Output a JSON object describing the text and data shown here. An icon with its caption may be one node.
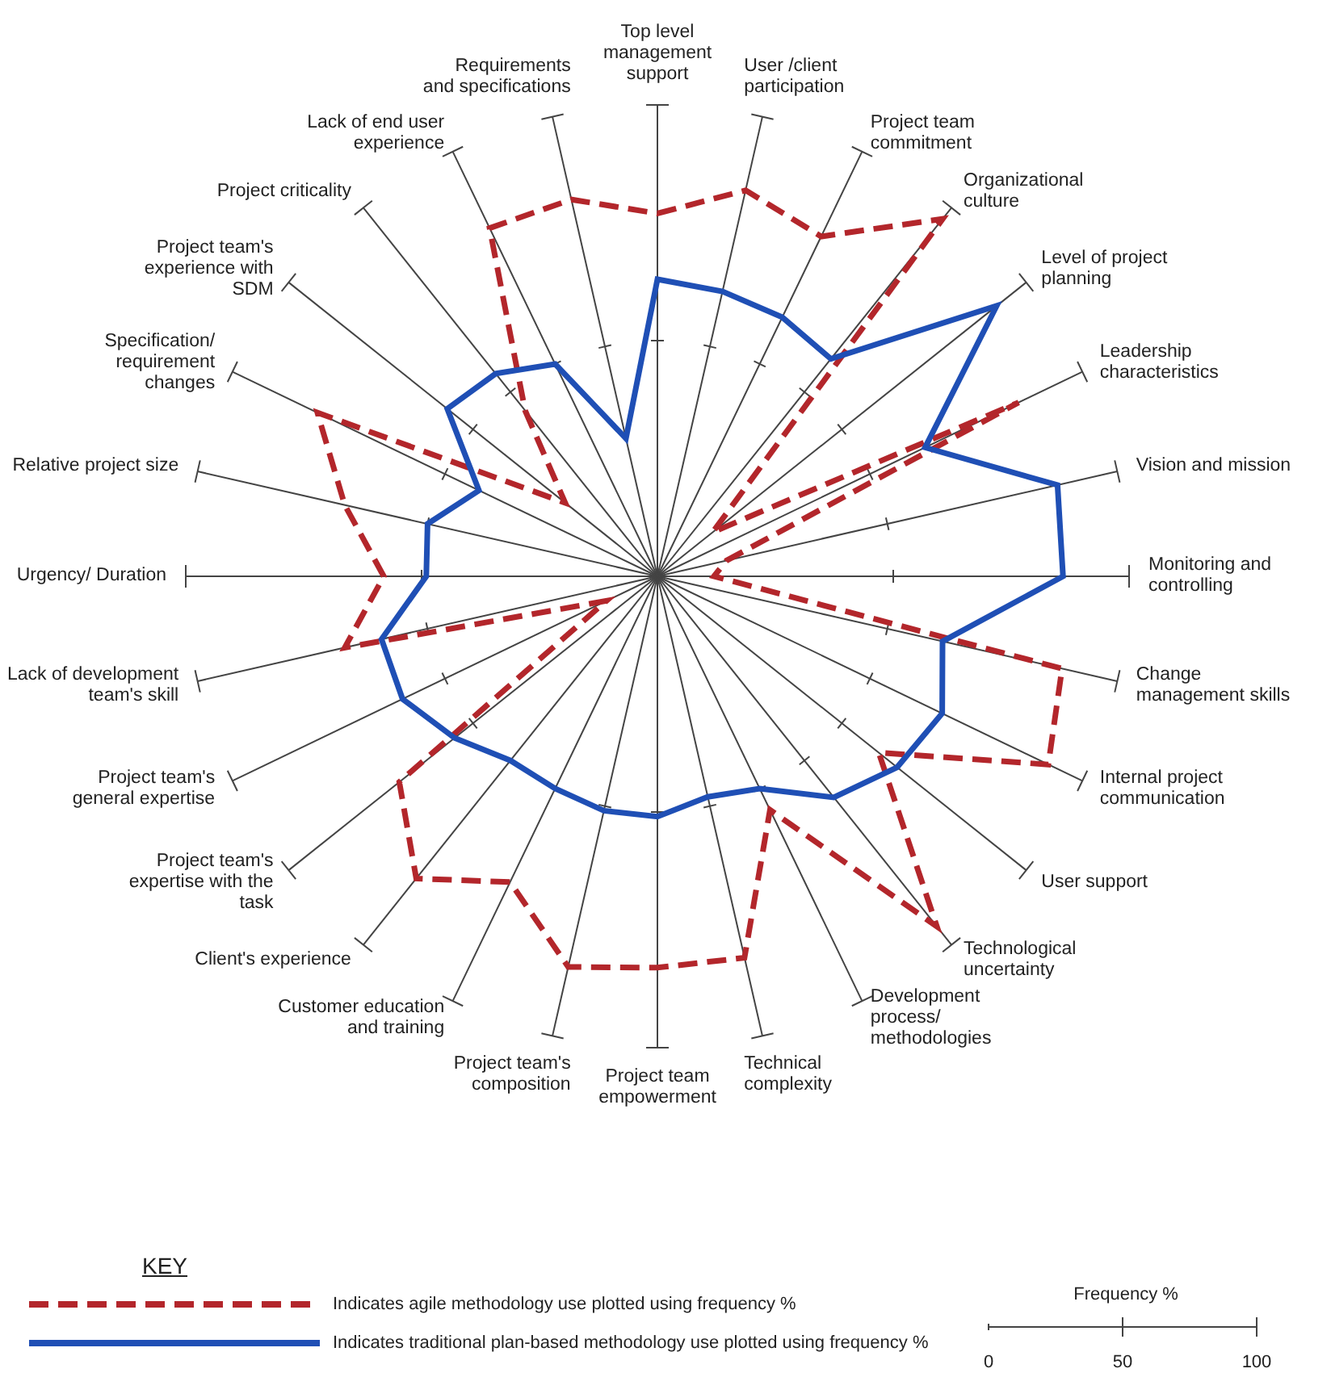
{
  "diagram": {
    "labels": [
      "Top level management support",
      "User /client participation",
      "Project team commitment",
      "Organizational culture",
      "Level of project planning",
      "Leadership characteristics",
      "Vision and mission",
      "Monitoring and controlling",
      "Change management skills",
      "Internal project communication",
      "User support",
      "Technological uncertainty",
      "Development process/ methodologies",
      "Technical complexity",
      "Project team empowerment",
      "Project team's composition",
      "Customer education and training",
      "Client's experience",
      "Project team's expertise with the task",
      "Project team's general expertise",
      "Lack of development team's skill",
      "Urgency/ Duration",
      "Relative project size",
      "Specification/ requirement changes",
      "Project team's experience with SDM",
      "Project criticality",
      "Lack of end user experience",
      "Requirements and specifications",
      "KEY",
      "Frequency %",
      "0",
      "50",
      "100"
    ],
    "legend": [
      {
        "text": "Indicates agile methodology use plotted using frequency %"
      },
      {
        "text": "Indicates traditional plan-based methodology use plotted using frequency %"
      }
    ]
  }
}
